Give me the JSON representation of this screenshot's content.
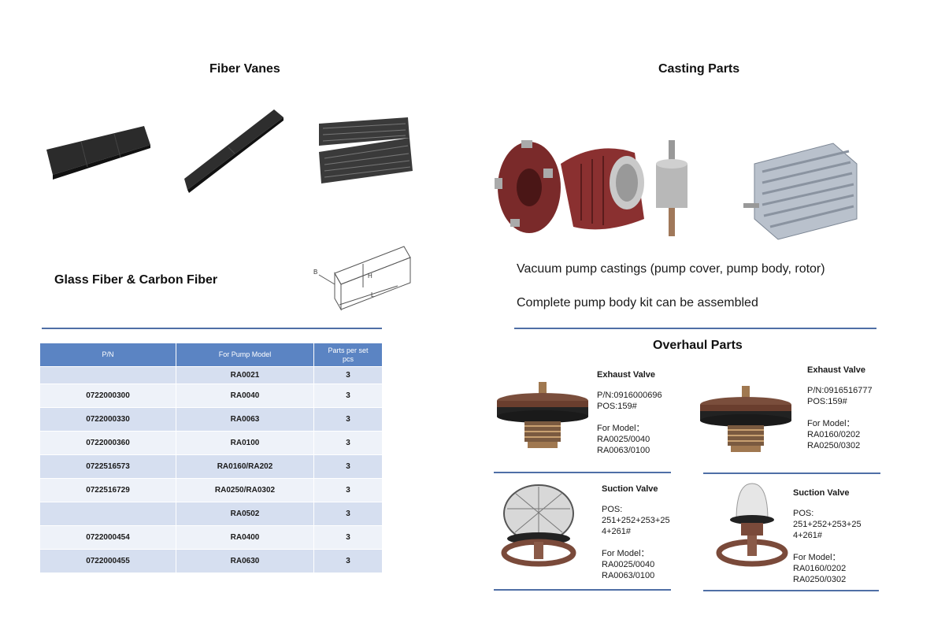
{
  "left": {
    "title": "Fiber Vanes",
    "subtitle": "Glass Fiber & Carbon Fiber",
    "diagram": {
      "b": "B",
      "h": "H",
      "l": "L"
    },
    "table": {
      "headers": [
        "P/N",
        "For Pump Model",
        "Parts per set",
        "pcs"
      ],
      "rows": [
        {
          "pn": "",
          "model": "RA0021",
          "qty": "3"
        },
        {
          "pn": "0722000300",
          "model": "RA0040",
          "qty": "3"
        },
        {
          "pn": "0722000330",
          "model": "RA0063",
          "qty": "3"
        },
        {
          "pn": "0722000360",
          "model": "RA0100",
          "qty": "3"
        },
        {
          "pn": "0722516573",
          "model": "RA0160/RA202",
          "qty": "3"
        },
        {
          "pn": "0722516729",
          "model": "RA0250/RA0302",
          "qty": "3"
        },
        {
          "pn": "",
          "model": "RA0502",
          "qty": "3"
        },
        {
          "pn": "0722000454",
          "model": "RA0400",
          "qty": "3"
        },
        {
          "pn": "0722000455",
          "model": "RA0630",
          "qty": "3"
        }
      ]
    }
  },
  "right": {
    "title": "Casting Parts",
    "line1": "Vacuum pump castings (pump cover, pump body, rotor)",
    "line2": "Complete pump body kit can be assembled",
    "overhaul_title": "Overhaul Parts",
    "valves": [
      {
        "title": "Exhaust Valve",
        "lines": [
          "P/N:0916000696",
          "POS:159#",
          "",
          "For Model：",
          "RA0025/0040",
          "RA0063/0100"
        ]
      },
      {
        "title": "Exhaust Valve",
        "lines": [
          "P/N:0916516777",
          "POS:159#",
          "",
          "For Model：",
          "RA0160/0202",
          "RA0250/0302"
        ]
      },
      {
        "title": "Suction Valve",
        "lines": [
          "POS:",
          "251+252+253+25",
          "4+261#",
          "",
          "For Model：",
          "RA0025/0040",
          "RA0063/0100"
        ]
      },
      {
        "title": "Suction Valve",
        "lines": [
          "POS:",
          "251+252+253+25",
          "4+261#",
          "",
          "For Model：",
          "RA0160/0202",
          "RA0250/0302"
        ]
      }
    ]
  }
}
